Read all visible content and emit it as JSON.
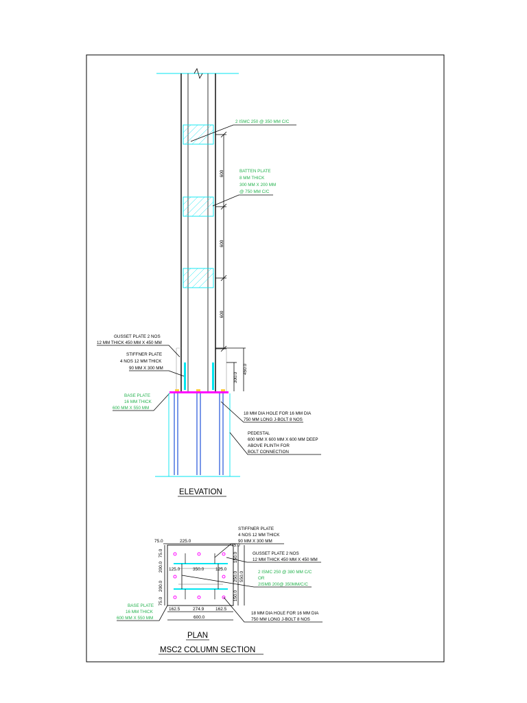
{
  "elevation": {
    "callout_channel": "2 ISMC 250 @ 350 MM C/C",
    "batten_label": [
      "BATTEN PLATE",
      "8 MM THICK",
      "300 MM X 200 MM",
      "@ 750 MM C/C"
    ],
    "dim_spacing": [
      "600",
      "600",
      "600"
    ],
    "gusset_label": [
      "GUSSET PLATE   2 NOS",
      "12 MM THICK 450 MM X 450 MM"
    ],
    "stiffener_label": [
      "STIFFNER PLATE",
      "4 NOS 12 MM THICK",
      "90 MM X 300 MM"
    ],
    "base_label": [
      "BASE PLATE",
      "16 MM THICK",
      "600 MM X 550 MM"
    ],
    "dim_gusset": [
      "300.0",
      "450.0"
    ],
    "bolt_label": [
      "18 MM DIA HOLE FOR 16 MM DIA",
      "750 MM LONG J-BOLT 8 NOS"
    ],
    "pedestal_label": [
      "PEDESTAL",
      "600 MM X 600 MM X 600 MM DEEP",
      "ABOVE PLINTH FOR",
      "BOLT CONNECTION"
    ],
    "title": "ELEVATION"
  },
  "plan": {
    "stiffener_label": [
      "STIFFNER PLATE",
      "4 NOS 12 MM THICK",
      "90 MM X 300 MM"
    ],
    "gusset_label": [
      "GUSSET PLATE   2 NOS",
      "12 MM THICK 450 MM X 450 MM"
    ],
    "channel_label": [
      "2 ISMC 250 @ 380 MM C/C",
      "OR",
      "2ISMB 200@ 350MM/C/C"
    ],
    "base_label": [
      "BASE PLATE",
      "16 MM THICK",
      "600 MM X 550 MM"
    ],
    "bolt_label": [
      "18 MM DIA HOLE FOR 16 MM DIA",
      "750 MM LONG J-BOLT 8 NOS"
    ],
    "dim_top": [
      "75.0",
      "225.0",
      "75.0"
    ],
    "dim_mid": [
      "125.0",
      "350.0",
      "125.0"
    ],
    "dim_bottom": [
      "162.5",
      "274.9",
      "162.5"
    ],
    "dim_total": "600.0",
    "dim_left": [
      "75.0",
      "200.0",
      "200.0",
      "75.0"
    ],
    "dim_right": [
      "150.0",
      "250.0",
      "150.0"
    ],
    "dim_right_total": "550.0",
    "title": "PLAN",
    "section_title": "MSC2  COLUMN SECTION"
  },
  "colors": {
    "cyan": "#00e5f0",
    "green": "#22b14c",
    "magenta": "#ff00ff",
    "blue": "#1f4fd8"
  }
}
